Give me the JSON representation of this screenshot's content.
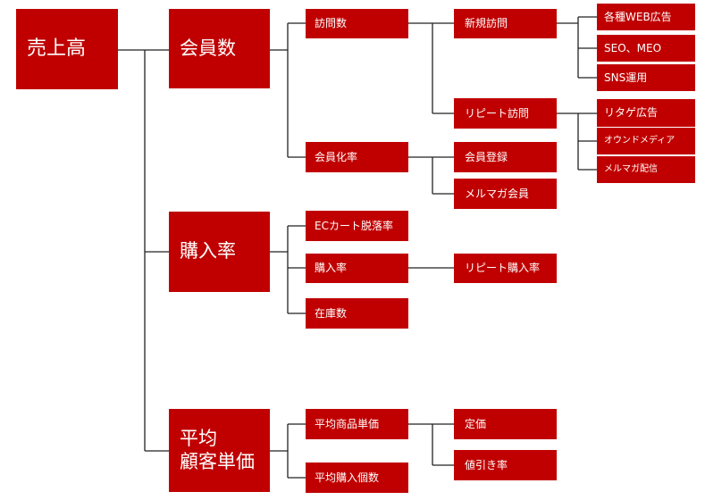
{
  "root": {
    "label": "売上高"
  },
  "level1": {
    "members": "会員数",
    "purchase_rate": "購入率",
    "avg_price_line1": "平均",
    "avg_price_line2": "顧客単価"
  },
  "level2": {
    "visits": "訪問数",
    "membership_rate": "会員化率",
    "ec_cart_abandon": "ECカート脱落率",
    "purchase_rate": "購入率",
    "inventory": "在庫数",
    "avg_item_price": "平均商品単価",
    "avg_purchase_qty": "平均購入個数"
  },
  "level3": {
    "new_visits": "新規訪問",
    "repeat_visits": "リピート訪問",
    "member_registration": "会員登録",
    "mail_magazine_members": "メルマガ会員",
    "repeat_purchase_rate": "リピート購入率",
    "list_price": "定価",
    "discount_rate": "値引き率"
  },
  "level4": {
    "web_ads": "各種WEB広告",
    "seo_meo": "SEO、MEO",
    "sns": "SNS運用",
    "retargeting_ads": "リタゲ広告",
    "owned_media": "オウンドメディア",
    "mail_magazine_delivery": "メルマガ配信"
  }
}
